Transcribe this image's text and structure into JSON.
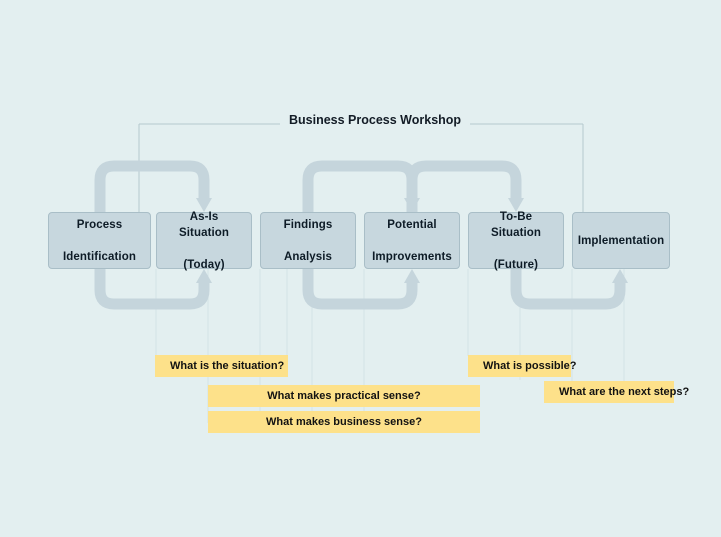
{
  "diagram": {
    "title": "Business Process Workshop",
    "background_color": "#e3eff0",
    "box_fill_color": "#c7d7de",
    "box_border_color": "#a9bec7",
    "connector_color": "#c5d5dc",
    "note_fill_color": "#fde18a",
    "text_color": "#0d1b26"
  },
  "stages": [
    {
      "line1": "Process",
      "line2": "Identification"
    },
    {
      "line1": "As-Is Situation",
      "line2": "(Today)"
    },
    {
      "line1": "Findings",
      "line2": "Analysis"
    },
    {
      "line1": "Potential",
      "line2": "Improvements"
    },
    {
      "line1": "To-Be Situation",
      "line2": "(Future)"
    },
    {
      "line1": "Implementation",
      "line2": ""
    }
  ],
  "notes": [
    {
      "text": "What is the situation?"
    },
    {
      "text": "What is possible?"
    },
    {
      "text": "What makes practical sense?"
    },
    {
      "text": "What are the next steps?"
    },
    {
      "text": "What makes business sense?"
    }
  ]
}
